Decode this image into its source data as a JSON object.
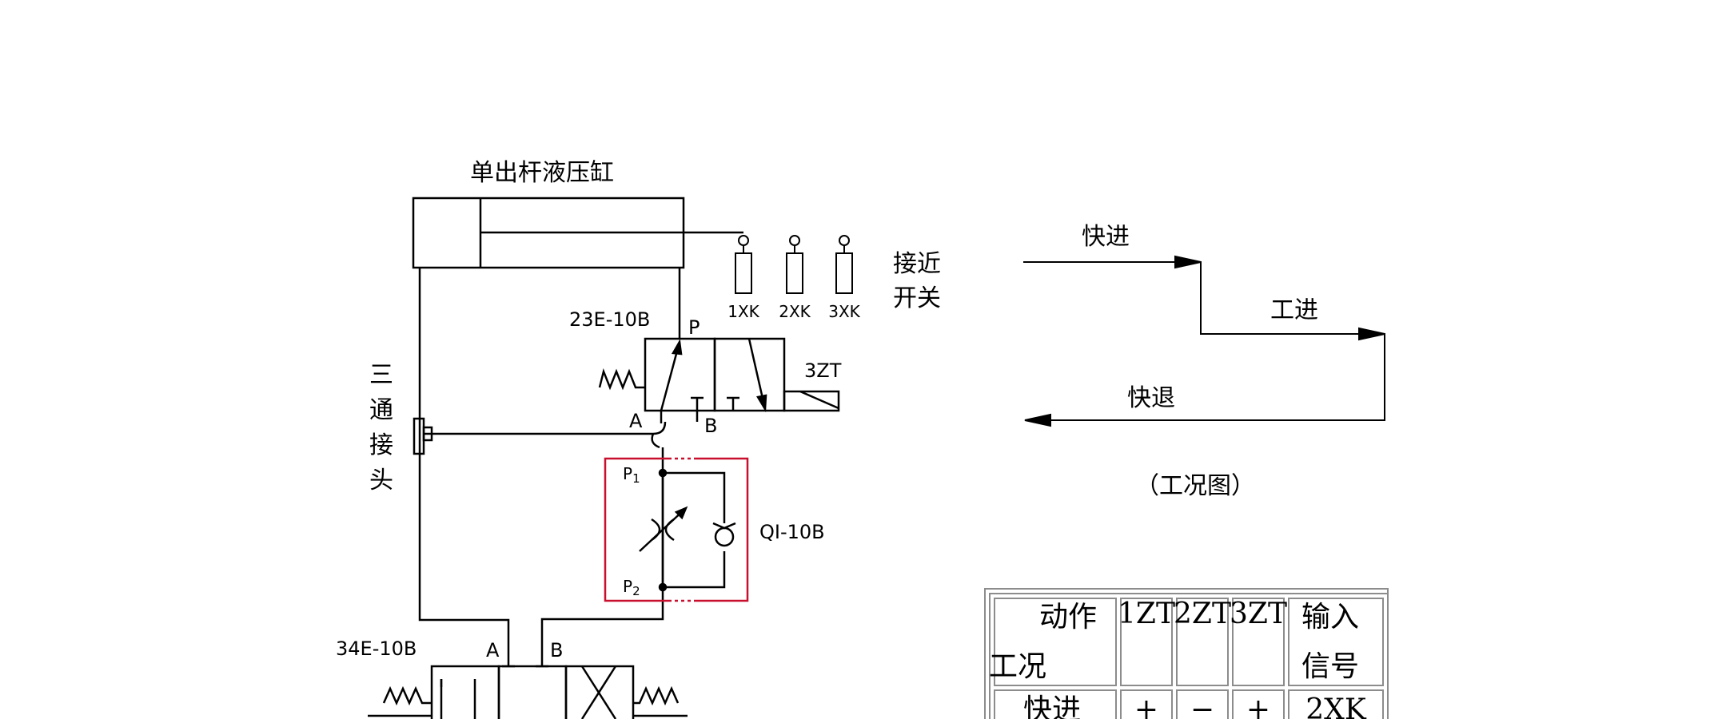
{
  "diagram": {
    "cylinder_label": "单出杆液压缸",
    "proximity_switch": {
      "label_line1": "接近",
      "label_line2": "开关",
      "switches": [
        "1XK",
        "2XK",
        "3XK"
      ]
    },
    "valve_23": {
      "model": "23E-10B",
      "port_p": "P",
      "port_a": "A",
      "port_b": "B",
      "solenoid": "3ZT"
    },
    "tee_joint_label": [
      "三",
      "通",
      "接",
      "头"
    ],
    "speed_valve": {
      "model": "QI-10B",
      "port_p1": "P",
      "port_p1_sub": "1",
      "port_p2": "P",
      "port_p2_sub": "2"
    },
    "valve_34": {
      "model": "34E-10B",
      "port_a": "A",
      "port_b": "B"
    },
    "work_cycle": {
      "fast_forward": "快进",
      "work_feed": "工进",
      "fast_return": "快退",
      "caption": "（工况图）"
    },
    "table": {
      "header_action": "动作",
      "header_condition": "工况",
      "headers": [
        "1ZT",
        "2ZT",
        "3ZT"
      ],
      "header_signal_line1": "输入",
      "header_signal_line2": "信号",
      "rows": [
        {
          "condition": "快进",
          "values": [
            "+",
            "−",
            "+"
          ],
          "signal": "2XK"
        }
      ]
    },
    "colors": {
      "line": "#000000",
      "speed_valve_frame": "#c8102e",
      "table_border": "#8c8c8c"
    }
  }
}
